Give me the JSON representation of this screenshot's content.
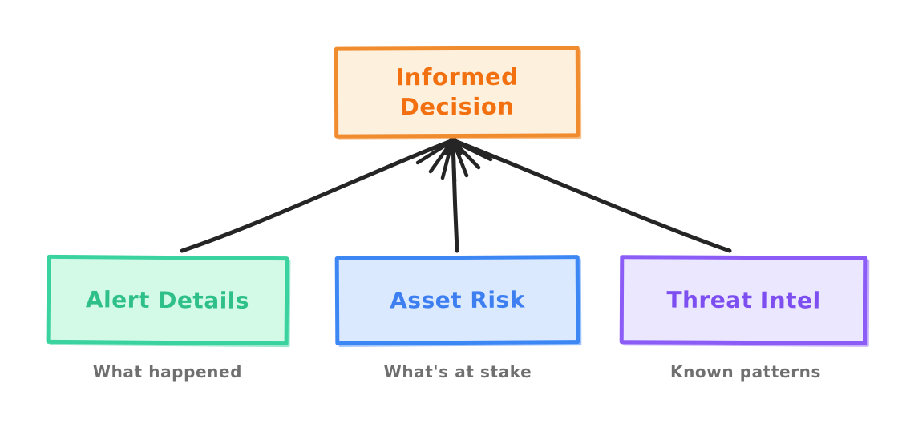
{
  "diagram": {
    "title": "Informed Decision inputs",
    "type": "convergence-flowchart",
    "style": "hand-drawn",
    "background": "#ffffff",
    "edge_color": "#252525"
  },
  "top_node": {
    "id": "informed-decision",
    "label": "Informed\nDecision",
    "text_color": "#f2700f",
    "border_color": "#f08c2e",
    "fill_color": "#fdf0dd"
  },
  "source_nodes": [
    {
      "id": "alert-details",
      "label": "Alert Details",
      "caption": "What happened",
      "text_color": "#2fc08a",
      "border_color": "#3ad29f",
      "fill_color": "#d2fae6"
    },
    {
      "id": "asset-risk",
      "label": "Asset Risk",
      "caption": "What's at stake",
      "text_color": "#3d7ff0",
      "border_color": "#3d87f5",
      "fill_color": "#dbe9fe"
    },
    {
      "id": "threat-intel",
      "label": "Threat Intel",
      "caption": "Known patterns",
      "text_color": "#7d4ef0",
      "border_color": "#8b5cf6",
      "fill_color": "#ebe7fe"
    }
  ],
  "edges": [
    {
      "id": "edge-alert-details-to-decision",
      "from": "alert-details",
      "to": "informed-decision"
    },
    {
      "id": "edge-asset-risk-to-decision",
      "from": "asset-risk",
      "to": "informed-decision"
    },
    {
      "id": "edge-threat-intel-to-decision",
      "from": "threat-intel",
      "to": "informed-decision"
    }
  ],
  "caption_color": "#6f6f6f"
}
